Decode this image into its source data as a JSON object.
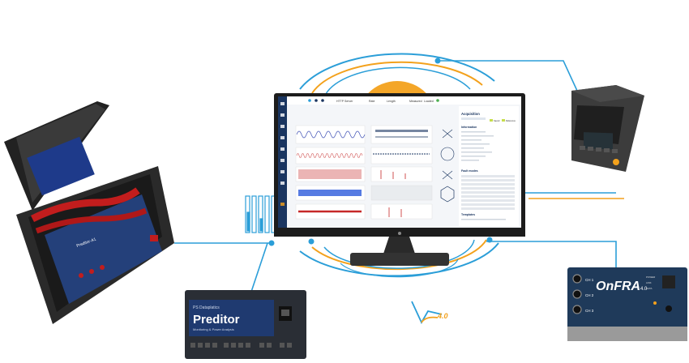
{
  "monitor": {
    "app": {
      "toolbar_items": [
        "HTTP Server",
        "Rate",
        "Length",
        "Measured",
        "Loaded"
      ],
      "sidebar_title": "Acquisition",
      "sidebar_sections": [
        "Information",
        "Fault modes",
        "Templates"
      ],
      "legend_labels": [
        "Saved",
        "Reference"
      ]
    }
  },
  "devices": {
    "preditor": {
      "brand": "PS Dataplatics",
      "name": "Preditor",
      "subtitle": "Monitoring & Power Analysis"
    },
    "onfra": {
      "name": "OnFRA",
      "suffix": "4.0",
      "channels": [
        "CH 1",
        "CH 2",
        "CH 3"
      ],
      "status_labels": [
        "POWER",
        "LINK",
        "DATA"
      ]
    },
    "briefcase": {
      "label": "Preditor-A1"
    },
    "logo": {
      "text": "4.0"
    }
  },
  "colors": {
    "accent_blue": "#2b9ed8",
    "accent_orange": "#f3a11c",
    "monitor_frame": "#1c1c1c",
    "device_blue": "#1f3a70"
  }
}
